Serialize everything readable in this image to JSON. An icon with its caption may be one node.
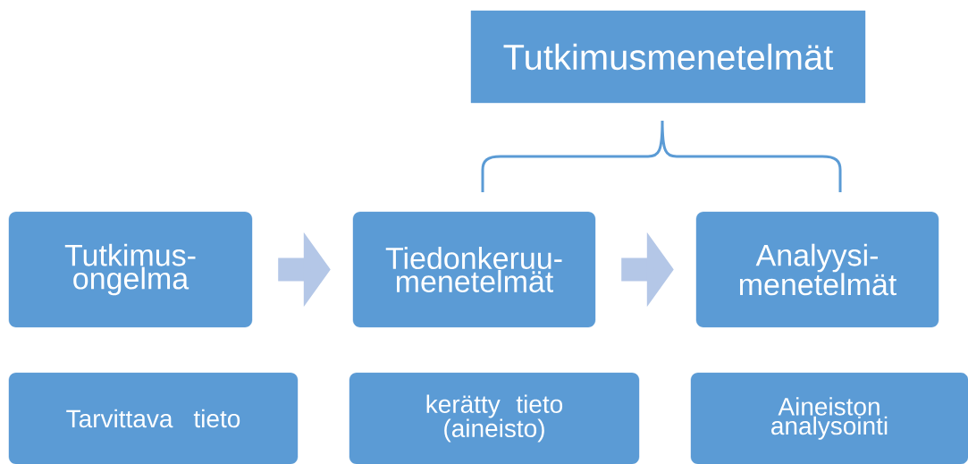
{
  "diagram": {
    "nodes": [
      {
        "text": [
          "Tutkimusmenetelmät"
        ]
      },
      {
        "text": [
          "Tutkimus- ongelma"
        ]
      },
      {
        "text": [
          "Tiedonkeruu- menetelmät"
        ]
      },
      {
        "text": [
          "Analyysi- menetelmät"
        ]
      },
      {
        "text": [
          "Tarvittava tieto"
        ]
      },
      {
        "text": [
          "kerätty tieto (aineisto)"
        ]
      },
      {
        "text": [
          "Aineiston analysointi"
        ]
      }
    ],
    "edges": [
      {
        "from": 1,
        "to": 2,
        "arrow": "to"
      },
      {
        "from": 2,
        "to": 3,
        "arrow": "to"
      }
    ]
  }
}
